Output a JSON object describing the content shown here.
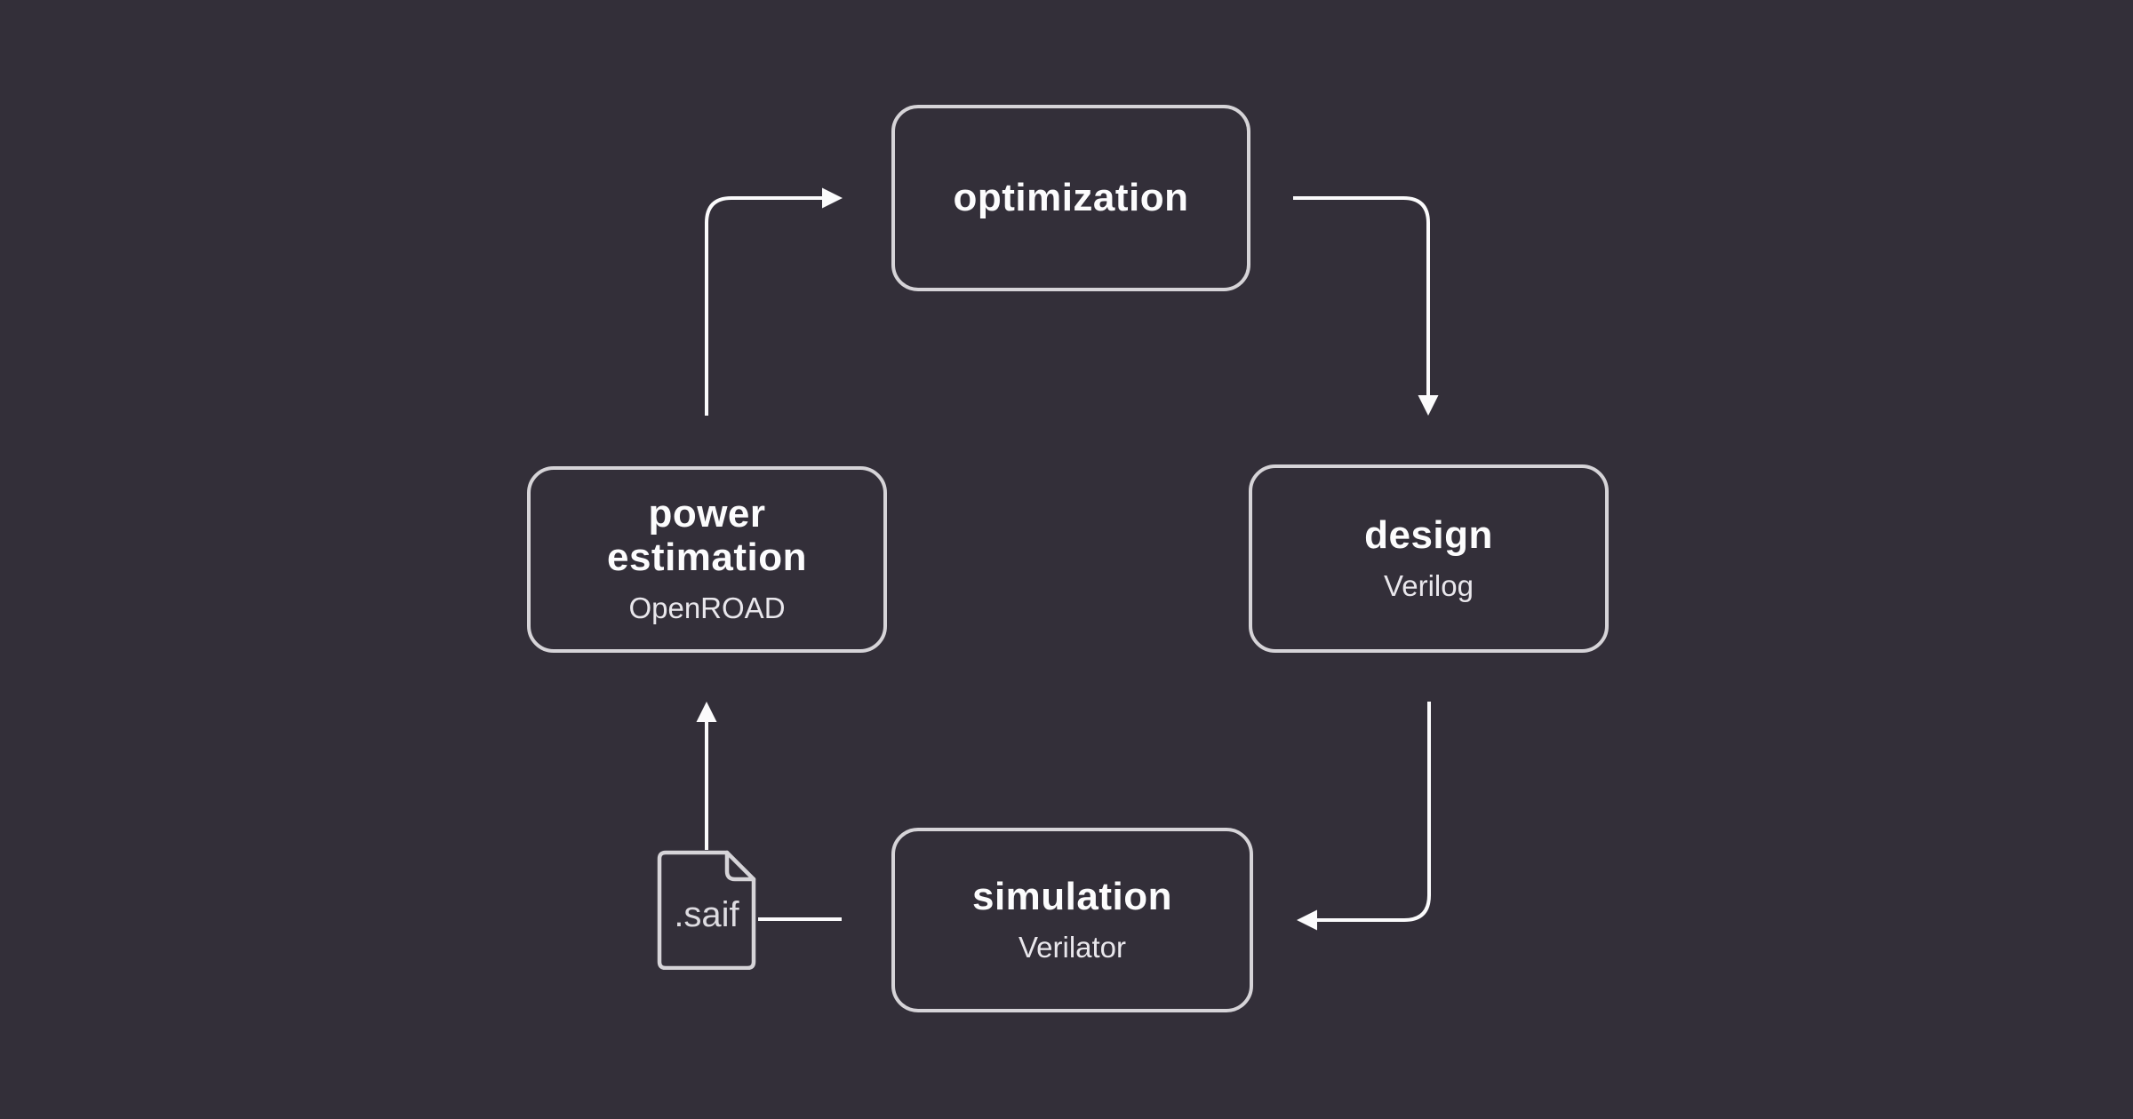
{
  "diagram": {
    "description": "power estimation flow cycle",
    "colors": {
      "background": "#332f39",
      "box_border": "#d6d4d8",
      "arrow": "#fbfbfc",
      "title_text": "#fcfcfd",
      "subtitle_text": "#e9e7ec",
      "file_label_text": "#dedce1"
    },
    "nodes": [
      {
        "id": "optimization",
        "title": "optimization",
        "subtitle": ""
      },
      {
        "id": "design",
        "title": "design",
        "subtitle": "Verilog"
      },
      {
        "id": "simulation",
        "title": "simulation",
        "subtitle": "Verilator"
      },
      {
        "id": "power_estimation",
        "title": "power estimation",
        "subtitle": "OpenROAD"
      }
    ],
    "file": {
      "label": ".saif"
    },
    "edges": [
      {
        "from": "power_estimation",
        "to": "optimization",
        "arrow": true
      },
      {
        "from": "optimization",
        "to": "design",
        "arrow": true
      },
      {
        "from": "design",
        "to": "simulation",
        "arrow": true
      },
      {
        "from": "simulation",
        "to": "saif_file",
        "arrow": false
      },
      {
        "from": "saif_file",
        "to": "power_estimation",
        "arrow": true
      }
    ]
  }
}
